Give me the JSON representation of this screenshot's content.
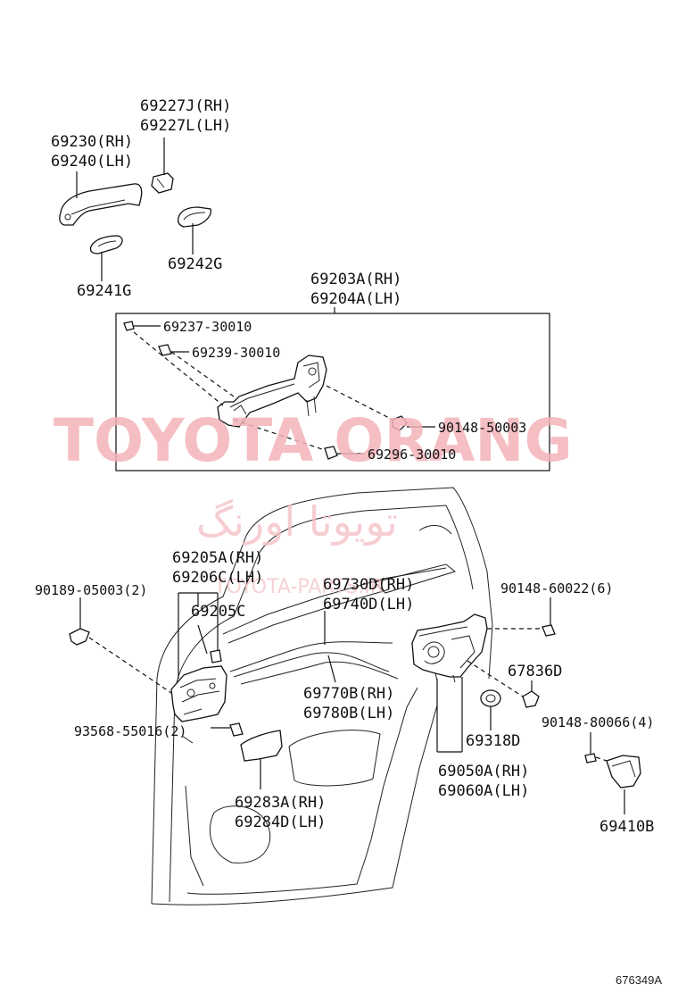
{
  "parts": {
    "p69227J": "69227J(RH)",
    "p69227L": "69227L(LH)",
    "p69230": "69230(RH)",
    "p69240": "69240(LH)",
    "p69242G": "69242G",
    "p69241G": "69241G",
    "p69203A": "69203A(RH)",
    "p69204A": "69204A(LH)",
    "p69237": "69237-30010",
    "p69239": "69239-30010",
    "p90148_50003": "90148-50003",
    "p69296": "69296-30010",
    "p69205A": "69205A(RH)",
    "p69206C": "69206C(LH)",
    "p90189": "90189-05003(2)",
    "p69205C": "69205C",
    "p69730D": "69730D(RH)",
    "p69740D": "69740D(LH)",
    "p90148_60022": "90148-60022(6)",
    "p67836D": "67836D",
    "p69770B": "69770B(RH)",
    "p69780B": "69780B(LH)",
    "p93568": "93568-55016(2)",
    "p69318D": "69318D",
    "p90148_80066": "90148-80066(4)",
    "p69050A": "69050A(RH)",
    "p69060A": "69060A(LH)",
    "p69283A": "69283A(RH)",
    "p69284D": "69284D(LH)",
    "p69410B": "69410B"
  },
  "watermark": {
    "main": "TOYOTA ORANG",
    "arabic": "تویوتا اورنگ",
    "sub": "TOYOTA-PARTS.IR"
  },
  "diagram_code": "676349A"
}
